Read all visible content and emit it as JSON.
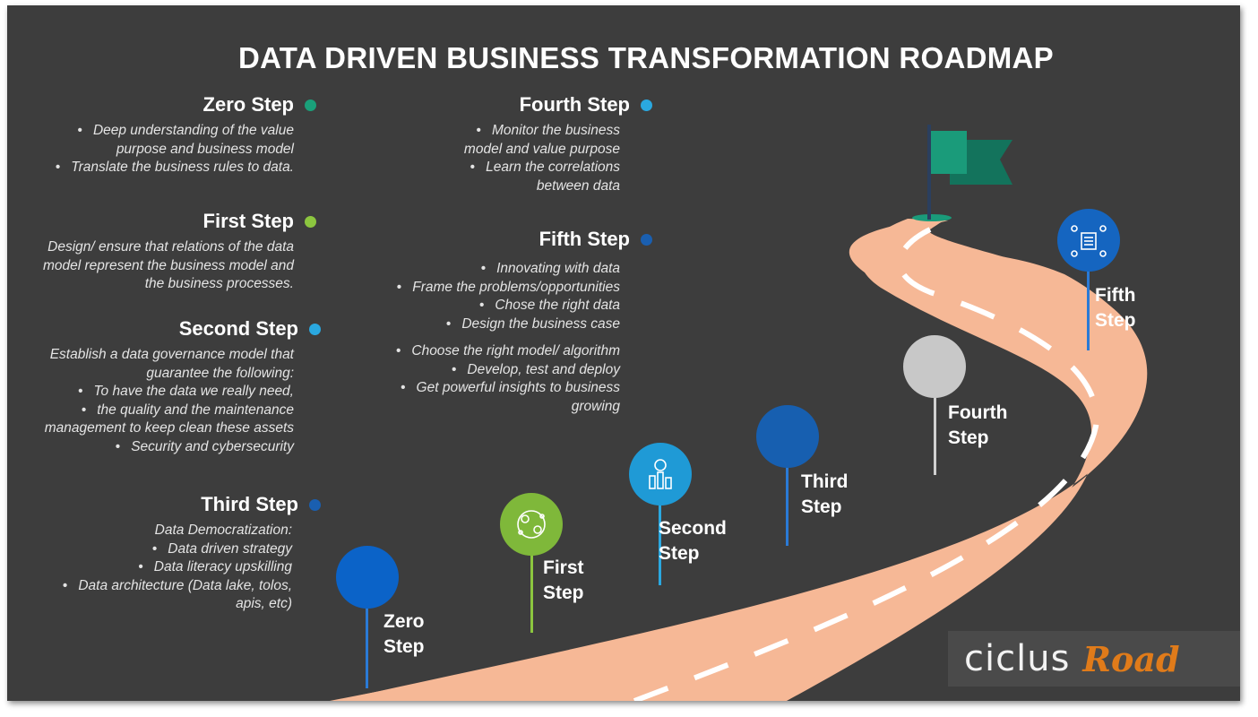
{
  "title": "DATA DRIVEN BUSINESS TRANSFORMATION ROADMAP",
  "steps": {
    "zero": {
      "heading": "Zero Step",
      "color": "#1aa07a",
      "bullets": [
        "Deep understanding of the value purpose and business model",
        "Translate the business rules to data."
      ]
    },
    "first": {
      "heading": "First Step",
      "color": "#8cc63f",
      "text": "Design/ ensure that relations of the data model represent the business model and the business processes."
    },
    "second": {
      "heading": "Second Step",
      "color": "#2aa8e0",
      "intro": "Establish a data governance model that guarantee the following:",
      "bullets": [
        "To have the data we really need,",
        "the quality and the maintenance management to keep clean these assets",
        "Security and cybersecurity"
      ]
    },
    "third": {
      "heading": "Third Step",
      "color": "#1a5fb0",
      "intro": "Data Democratization:",
      "bullets": [
        "Data driven strategy",
        "Data literacy upskilling",
        "Data architecture (Data lake, tolos, apis, etc)"
      ]
    },
    "fourth": {
      "heading": "Fourth Step",
      "color": "#2aa8e0",
      "bullets": [
        "Monitor the business model and value purpose",
        "Learn the correlations between data"
      ]
    },
    "fifth": {
      "heading": "Fifth Step",
      "color": "#1a5fb0",
      "bullets_a": [
        "Innovating with data",
        "Frame the problems/opportunities",
        "Chose the right data",
        "Design the business case"
      ],
      "bullets_b": [
        "Choose the right model/ algorithm",
        "Develop, test and deploy",
        "Get powerful insights to business growing"
      ]
    }
  },
  "pins": [
    {
      "label_line1": "Zero",
      "label_line2": "Step",
      "color": "#0b63c8",
      "icon": "none"
    },
    {
      "label_line1": "First",
      "label_line2": "Step",
      "color": "#7fb83a",
      "icon": "people-network-icon"
    },
    {
      "label_line1": "Second",
      "label_line2": "Step",
      "color": "#1f9ad6",
      "icon": "money-chart-icon"
    },
    {
      "label_line1": "Third",
      "label_line2": "Step",
      "color": "#175fb0",
      "icon": "none"
    },
    {
      "label_line1": "Fourth",
      "label_line2": "Step",
      "color": "#c8c8c8",
      "icon": "none"
    },
    {
      "label_line1": "Fifth",
      "label_line2": "Step",
      "color": "#1565c0",
      "icon": "data-network-icon"
    }
  ],
  "road_color": "#f6b896",
  "flag_color": "#1a9b7a",
  "logo": {
    "part1": "ciclus",
    "part2": "Road"
  }
}
